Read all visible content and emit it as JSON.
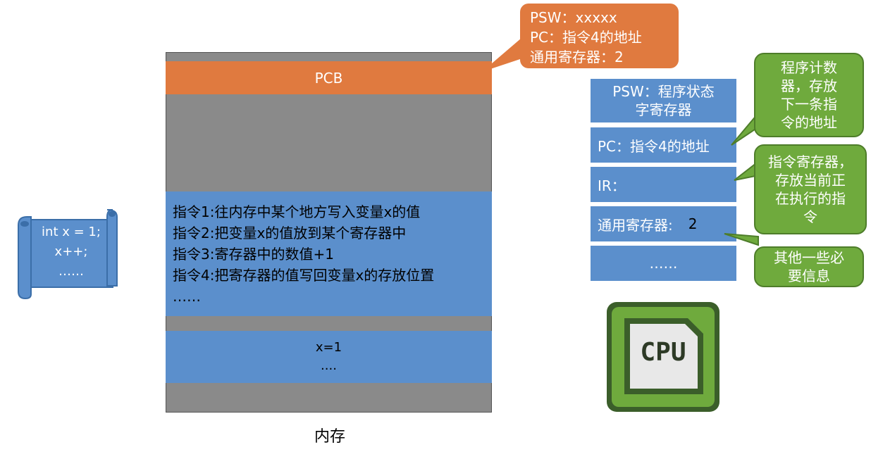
{
  "memory": {
    "label": "内存",
    "pcb_label": "PCB",
    "instructions": [
      "指令1:往内存中某个地方写入变量x的值",
      "指令2:把变量x的值放到某个寄存器中",
      "指令3:寄存器中的数值+1",
      "指令4:把寄存器的值写回变量x的存放位置",
      "……"
    ],
    "data_lines": [
      "x=1",
      "...."
    ]
  },
  "pcb_callout": [
    "PSW：xxxxx",
    "PC：指令4的地址",
    "通用寄存器：2"
  ],
  "registers": {
    "psw": [
      "PSW：程序状态",
      "字寄存器"
    ],
    "pc": "PC：指令4的地址",
    "ir": "IR：",
    "general_label": "通用寄存器:",
    "general_value": "2",
    "more": "……"
  },
  "notes": {
    "pc_note": [
      "程序计数",
      "器，存放",
      "下一条指",
      "令的地址"
    ],
    "ir_note": [
      "指令寄存器，",
      "存放当前正",
      "在执行的指",
      "令"
    ],
    "other_note": [
      "其他一些必",
      "要信息"
    ]
  },
  "code_scroll": [
    "int x = 1;",
    "x++;",
    "……"
  ],
  "cpu": {
    "label": "CPU"
  },
  "colors": {
    "orange": "#e07a3f",
    "blue": "#5b8fcc",
    "green": "#6faa3d",
    "gray": "#8a8a8a"
  }
}
